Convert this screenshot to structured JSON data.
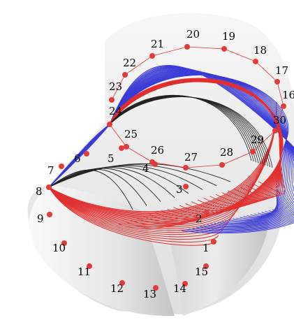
{
  "figure": {
    "point_labels": [
      "1",
      "2",
      "3",
      "4",
      "5",
      "6",
      "7",
      "8",
      "9",
      "10",
      "11",
      "12",
      "13",
      "14",
      "15",
      "16",
      "17",
      "18",
      "19",
      "20",
      "21",
      "22",
      "23",
      "24",
      "25",
      "26",
      "27",
      "28",
      "29",
      "30"
    ],
    "colors": {
      "red_curves": "#e03030",
      "blue_curves": "#3b3bd6",
      "black_curves": "#222222",
      "points": "#e23b3b",
      "surface_light": "#f2f2f2",
      "surface_dark": "#9a9a9a"
    }
  }
}
